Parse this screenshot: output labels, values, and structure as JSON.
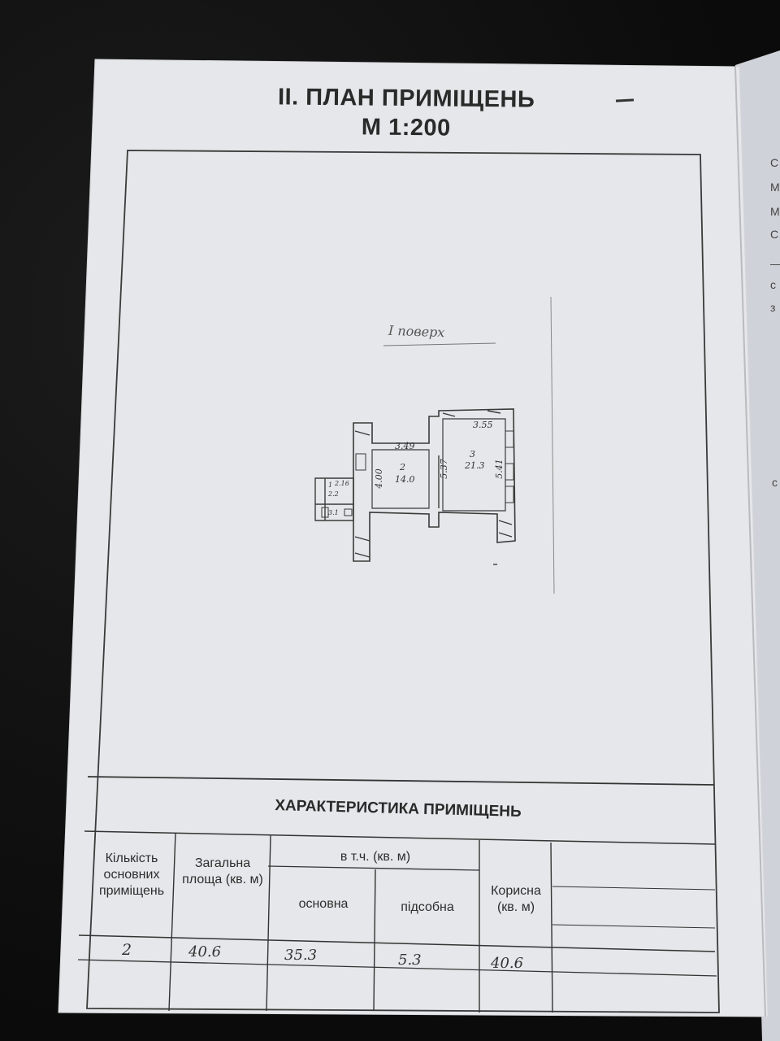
{
  "document": {
    "title_line1": "II. ПЛАН ПРИМІЩЕНЬ",
    "title_line2": "М 1:200"
  },
  "plan": {
    "floor_label": "І поверх",
    "dimensions": {
      "d1": "3.49",
      "d2": "4.00",
      "d3": "5.37",
      "d4": "5.41",
      "d5": "3.55",
      "d6": "2.16"
    },
    "rooms": [
      {
        "number": "1",
        "area": "2.2"
      },
      {
        "number": "2",
        "area": "14.0"
      },
      {
        "number": "3",
        "area": "21.3"
      }
    ],
    "small_area": "3.1"
  },
  "characteristics": {
    "title": "ХАРАКТЕРИСТИКА ПРИМІЩЕНЬ",
    "headers": {
      "count": "Кількість основних приміщень",
      "total_area": "Загальна площа (кв. м)",
      "incl": "в т.ч. (кв. м)",
      "main": "основна",
      "auxiliary": "підсобна",
      "useful": "Корисна (кв. м)"
    },
    "row": {
      "count": "2",
      "total_area": "40.6",
      "main": "35.3",
      "auxiliary": "5.3",
      "useful": "40.6"
    }
  },
  "next_page_edge": [
    "С",
    "М",
    "М",
    "С",
    "—",
    "с",
    "з",
    "с"
  ]
}
